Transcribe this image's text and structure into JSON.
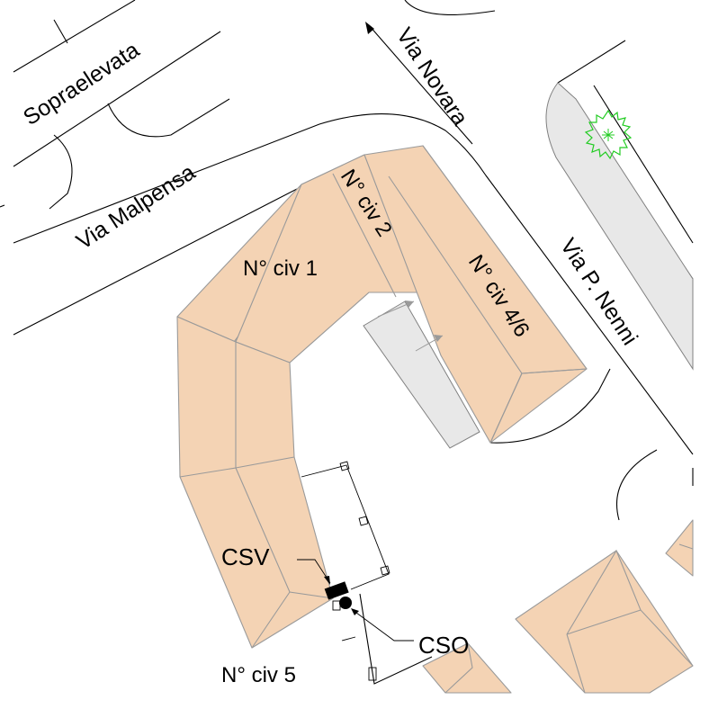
{
  "map": {
    "streets": {
      "sopraelevata": "Sopraelevata",
      "malpensa": "Via Malpensa",
      "novara": "Via Novara",
      "nenni": "Via P. Nenni"
    },
    "buildings": {
      "civ1": "N° civ 1",
      "civ2": "N° civ 2",
      "civ46": "N° civ 4/6",
      "civ5": "N° civ 5"
    },
    "markers": {
      "csv": "CSV",
      "cso": "CSO"
    },
    "colors": {
      "building_fill": "#f4d3b4",
      "building_outline": "#9a9a9a",
      "lot_fill": "#e8e8e8",
      "tree": "#22cc22",
      "line": "#000000"
    },
    "icons": [
      "tree-icon",
      "north-arrow-icon",
      "pipe-valve-icon",
      "pipe-junction-icon"
    ]
  }
}
